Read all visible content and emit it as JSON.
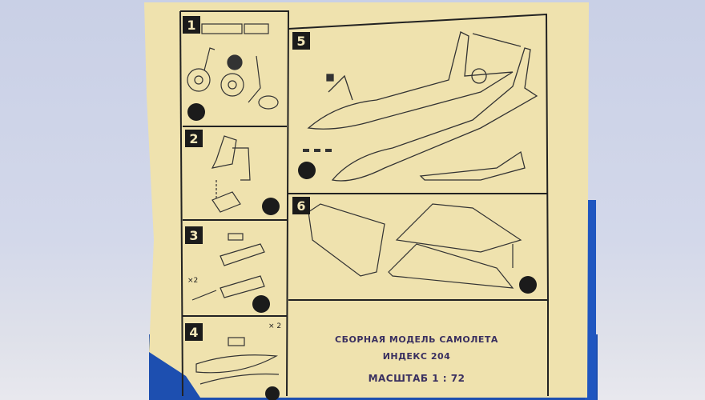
{
  "sheet": {
    "steps": [
      "1",
      "2",
      "3",
      "4",
      "5",
      "6"
    ],
    "title_line1": "СБОРНАЯ МОДЕЛЬ САМОЛЕТА",
    "title_line2": "ИНДЕКС 204",
    "scale": "МАСШТАБ 1 : 72",
    "multiplier": "× 2",
    "multiplier_short": "×2"
  },
  "colors": {
    "paper": "#efe1ad",
    "ink": "#1e1e1e",
    "box": "#1d4fb0",
    "background": "#cdd3e8"
  }
}
